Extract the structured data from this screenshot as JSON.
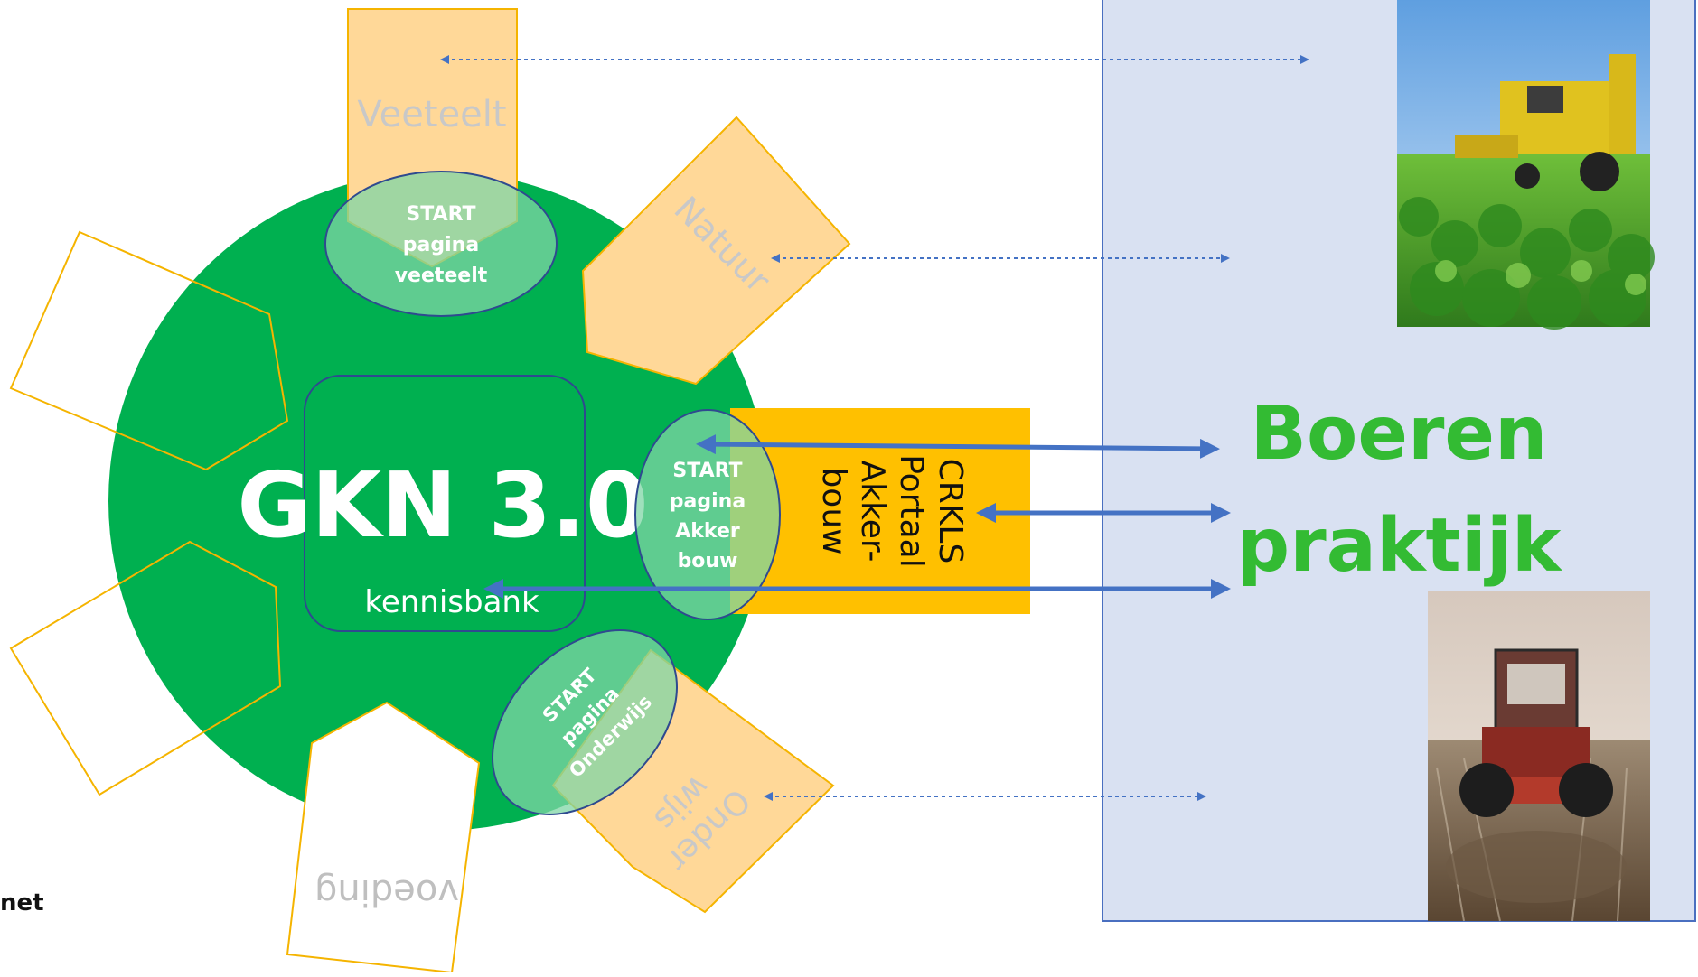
{
  "hub": {
    "title": "GKN 3.0",
    "subtitle": "kennisbank"
  },
  "sectors": {
    "veeteelt": {
      "label": "Veeteelt",
      "start": [
        "START",
        "pagina",
        "veeteelt"
      ]
    },
    "natuur": {
      "label": "Natuur"
    },
    "akkerbouw": {
      "portal": [
        "CRKLS",
        "Portaal",
        "Akker-",
        "bouw"
      ],
      "start": [
        "START",
        "pagina",
        "Akker",
        "bouw"
      ]
    },
    "onderwijs": {
      "label": [
        "Onder",
        "wijs"
      ],
      "start": [
        "START",
        "pagina",
        "Onderwijs"
      ]
    },
    "voeding": {
      "label": "voeding"
    }
  },
  "practice": {
    "title_line1": "Boeren",
    "title_line2": "praktijk"
  },
  "footer": {
    "fragment": "net"
  },
  "colors": {
    "hub_green": "#00b050",
    "sector_fill": "#ffd898",
    "sector_stroke": "#f5b400",
    "portal_fill": "#ffc000",
    "start_fill": "#7fd6a5",
    "ellipse_stroke": "#2f4a8f",
    "arrow_blue": "#4472c4",
    "panel_fill": "#d9e1f2",
    "panel_stroke": "#4a6fc0",
    "practice_text": "#33bb33"
  },
  "images": [
    "harvester-photo",
    "tractor-photo"
  ]
}
